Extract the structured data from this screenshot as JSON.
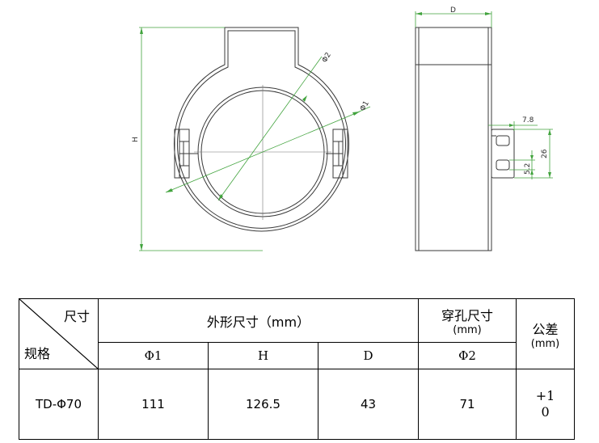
{
  "drawing": {
    "dim_H": "H",
    "dim_D": "D",
    "dim_phi1": "Φ1",
    "dim_phi2": "Φ2",
    "dim_7_8": "7.8",
    "dim_26": "26",
    "dim_5_2": "5.2",
    "colors": {
      "dimension": "#41a33d",
      "outline": "#3a3a3a"
    }
  },
  "table": {
    "corner_top": "尺寸",
    "corner_bottom": "规格",
    "outer_dims_header": "外形尺寸（mm）",
    "hole_header_line1": "穿孔尺寸",
    "hole_header_line2": "(mm)",
    "tolerance_header_line1": "公差",
    "tolerance_header_line2": "(mm)",
    "col_phi1": "Φ1",
    "col_H": "H",
    "col_D": "D",
    "col_phi2": "Φ2",
    "row": {
      "spec": "TD-Φ70",
      "phi1": "111",
      "H": "126.5",
      "D": "43",
      "phi2": "71",
      "tolerance_upper": "+1",
      "tolerance_lower": "0"
    }
  }
}
